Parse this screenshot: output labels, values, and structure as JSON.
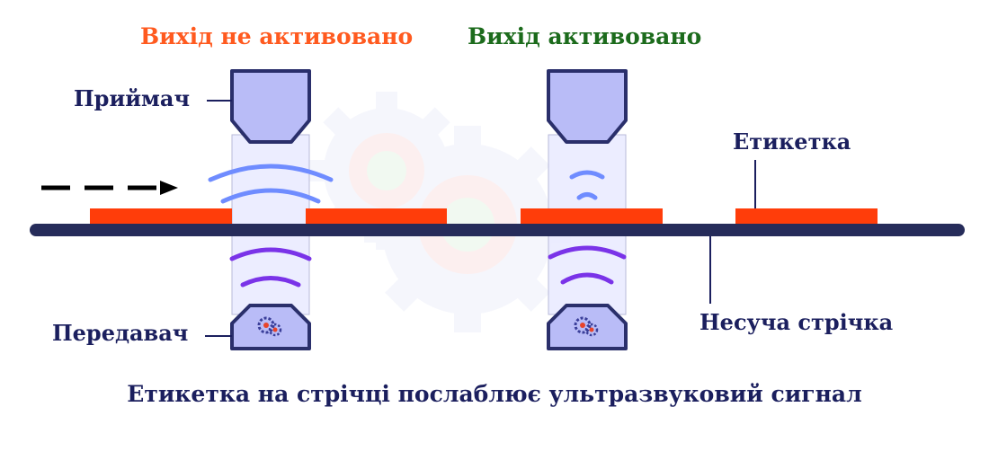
{
  "status": {
    "not_activated": "Вихід не активовано",
    "activated": "Вихід активовано"
  },
  "labels": {
    "receiver": "Приймач",
    "transmitter": "Передавач",
    "label": "Етикетка",
    "carrier_tape": "Несуча стрічка"
  },
  "caption": "Етикетка на стрічці послаблює ультразвуковий сигнал",
  "colors": {
    "status_not_activated": "#ff5a1f",
    "status_activated": "#1c6b1c",
    "label_strip": "#ff3d0a",
    "tape": "#262c5a",
    "sensor_fill": "#b9bcf7",
    "sensor_stroke": "#2a2f6b",
    "wave_blue": "#6f8cff",
    "wave_purple": "#7a33e8",
    "text": "#1b1f5e"
  },
  "icons": {
    "background_watermark": "gears-icon",
    "transmitter_emblem": "gears-icon",
    "direction": "dashed-arrow-right-icon"
  }
}
